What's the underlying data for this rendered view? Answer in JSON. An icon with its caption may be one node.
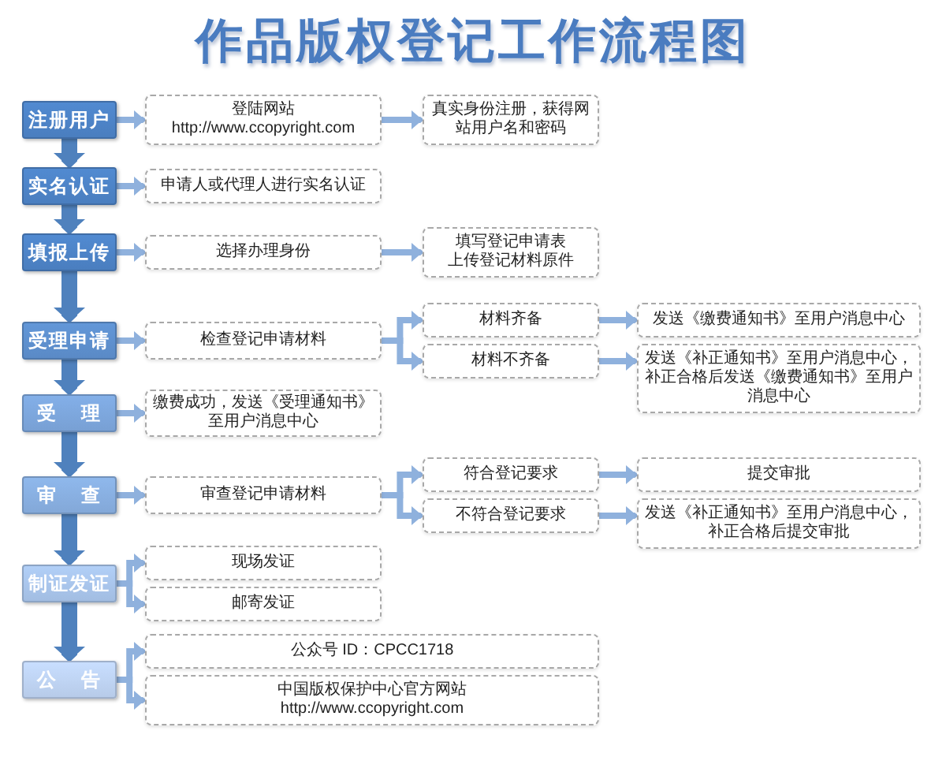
{
  "diagram": {
    "title": "作品版权登记工作流程图",
    "nodes": [
      {
        "text": [
          "注册用户"
        ]
      },
      {
        "text": [
          "登陆网站 http://www.ccopyright.com"
        ]
      },
      {
        "text": [
          "真实身份注册，获得网站用户名和密码"
        ]
      },
      {
        "text": [
          "实名认证"
        ]
      },
      {
        "text": [
          "申请人或代理人进行实名认证"
        ]
      },
      {
        "text": [
          "填报上传"
        ]
      },
      {
        "text": [
          "选择办理身份"
        ]
      },
      {
        "text": [
          "填写登记申请表",
          "上传登记材料原件"
        ]
      },
      {
        "text": [
          "受理申请"
        ]
      },
      {
        "text": [
          "检查登记申请材料"
        ]
      },
      {
        "text": [
          "材料齐备"
        ]
      },
      {
        "text": [
          "发送《缴费通知书》至用户消息中心"
        ]
      },
      {
        "text": [
          "材料不齐备"
        ]
      },
      {
        "text": [
          "发送《补正通知书》至用户消息中心，补正合格后发送《缴费通知书》至用户消息中心"
        ]
      },
      {
        "text": [
          "受 理"
        ]
      },
      {
        "text": [
          "缴费成功，发送《受理通知书》至用户消息中心"
        ]
      },
      {
        "text": [
          "审 查"
        ]
      },
      {
        "text": [
          "审查登记申请材料"
        ]
      },
      {
        "text": [
          "符合登记要求"
        ]
      },
      {
        "text": [
          "提交审批"
        ]
      },
      {
        "text": [
          "不符合登记要求"
        ]
      },
      {
        "text": [
          "发送《补正通知书》至用户消息中心，补正合格后提交审批"
        ]
      },
      {
        "text": [
          "制证发证"
        ]
      },
      {
        "text": [
          "现场发证"
        ]
      },
      {
        "text": [
          "邮寄发证"
        ]
      },
      {
        "text": [
          "公 告"
        ]
      },
      {
        "text": [
          "公众号 ID：CPCC1718"
        ]
      },
      {
        "text": [
          "中国版权保护中心官方网站 http://www.ccopyright.com"
        ]
      }
    ],
    "edges": [
      {
        "from": 0,
        "to": 1,
        "arrow": "to"
      },
      {
        "from": 1,
        "to": 2,
        "arrow": "to"
      },
      {
        "from": 0,
        "to": 3,
        "arrow": "to",
        "style": "thick",
        "color": "#4f81bd"
      },
      {
        "from": 3,
        "to": 4,
        "arrow": "to"
      },
      {
        "from": 3,
        "to": 5,
        "arrow": "to",
        "style": "thick",
        "color": "#4f81bd"
      },
      {
        "from": 5,
        "to": 6,
        "arrow": "to"
      },
      {
        "from": 6,
        "to": 7,
        "arrow": "to"
      },
      {
        "from": 5,
        "to": 8,
        "arrow": "to",
        "style": "thick",
        "color": "#4f81bd"
      },
      {
        "from": 8,
        "to": 9,
        "arrow": "to"
      },
      {
        "from": 9,
        "to": 10,
        "arrow": "to"
      },
      {
        "from": 9,
        "to": 12,
        "arrow": "to"
      },
      {
        "from": 10,
        "to": 11,
        "arrow": "to"
      },
      {
        "from": 12,
        "to": 13,
        "arrow": "to"
      },
      {
        "from": 8,
        "to": 14,
        "arrow": "to",
        "style": "thick",
        "color": "#4f81bd"
      },
      {
        "from": 14,
        "to": 15,
        "arrow": "to"
      },
      {
        "from": 14,
        "to": 16,
        "arrow": "to",
        "style": "thick",
        "color": "#4f81bd"
      },
      {
        "from": 16,
        "to": 17,
        "arrow": "to"
      },
      {
        "from": 17,
        "to": 18,
        "arrow": "to"
      },
      {
        "from": 17,
        "to": 20,
        "arrow": "to"
      },
      {
        "from": 18,
        "to": 19,
        "arrow": "to"
      },
      {
        "from": 20,
        "to": 21,
        "arrow": "to"
      },
      {
        "from": 16,
        "to": 22,
        "arrow": "to",
        "style": "thick",
        "color": "#4f81bd"
      },
      {
        "from": 22,
        "to": 23,
        "arrow": "to"
      },
      {
        "from": 22,
        "to": 24,
        "arrow": "to"
      },
      {
        "from": 22,
        "to": 25,
        "arrow": "to",
        "style": "thick",
        "color": "#4f81bd"
      },
      {
        "from": 25,
        "to": 26,
        "arrow": "to"
      },
      {
        "from": 25,
        "to": 27,
        "arrow": "to"
      }
    ]
  }
}
